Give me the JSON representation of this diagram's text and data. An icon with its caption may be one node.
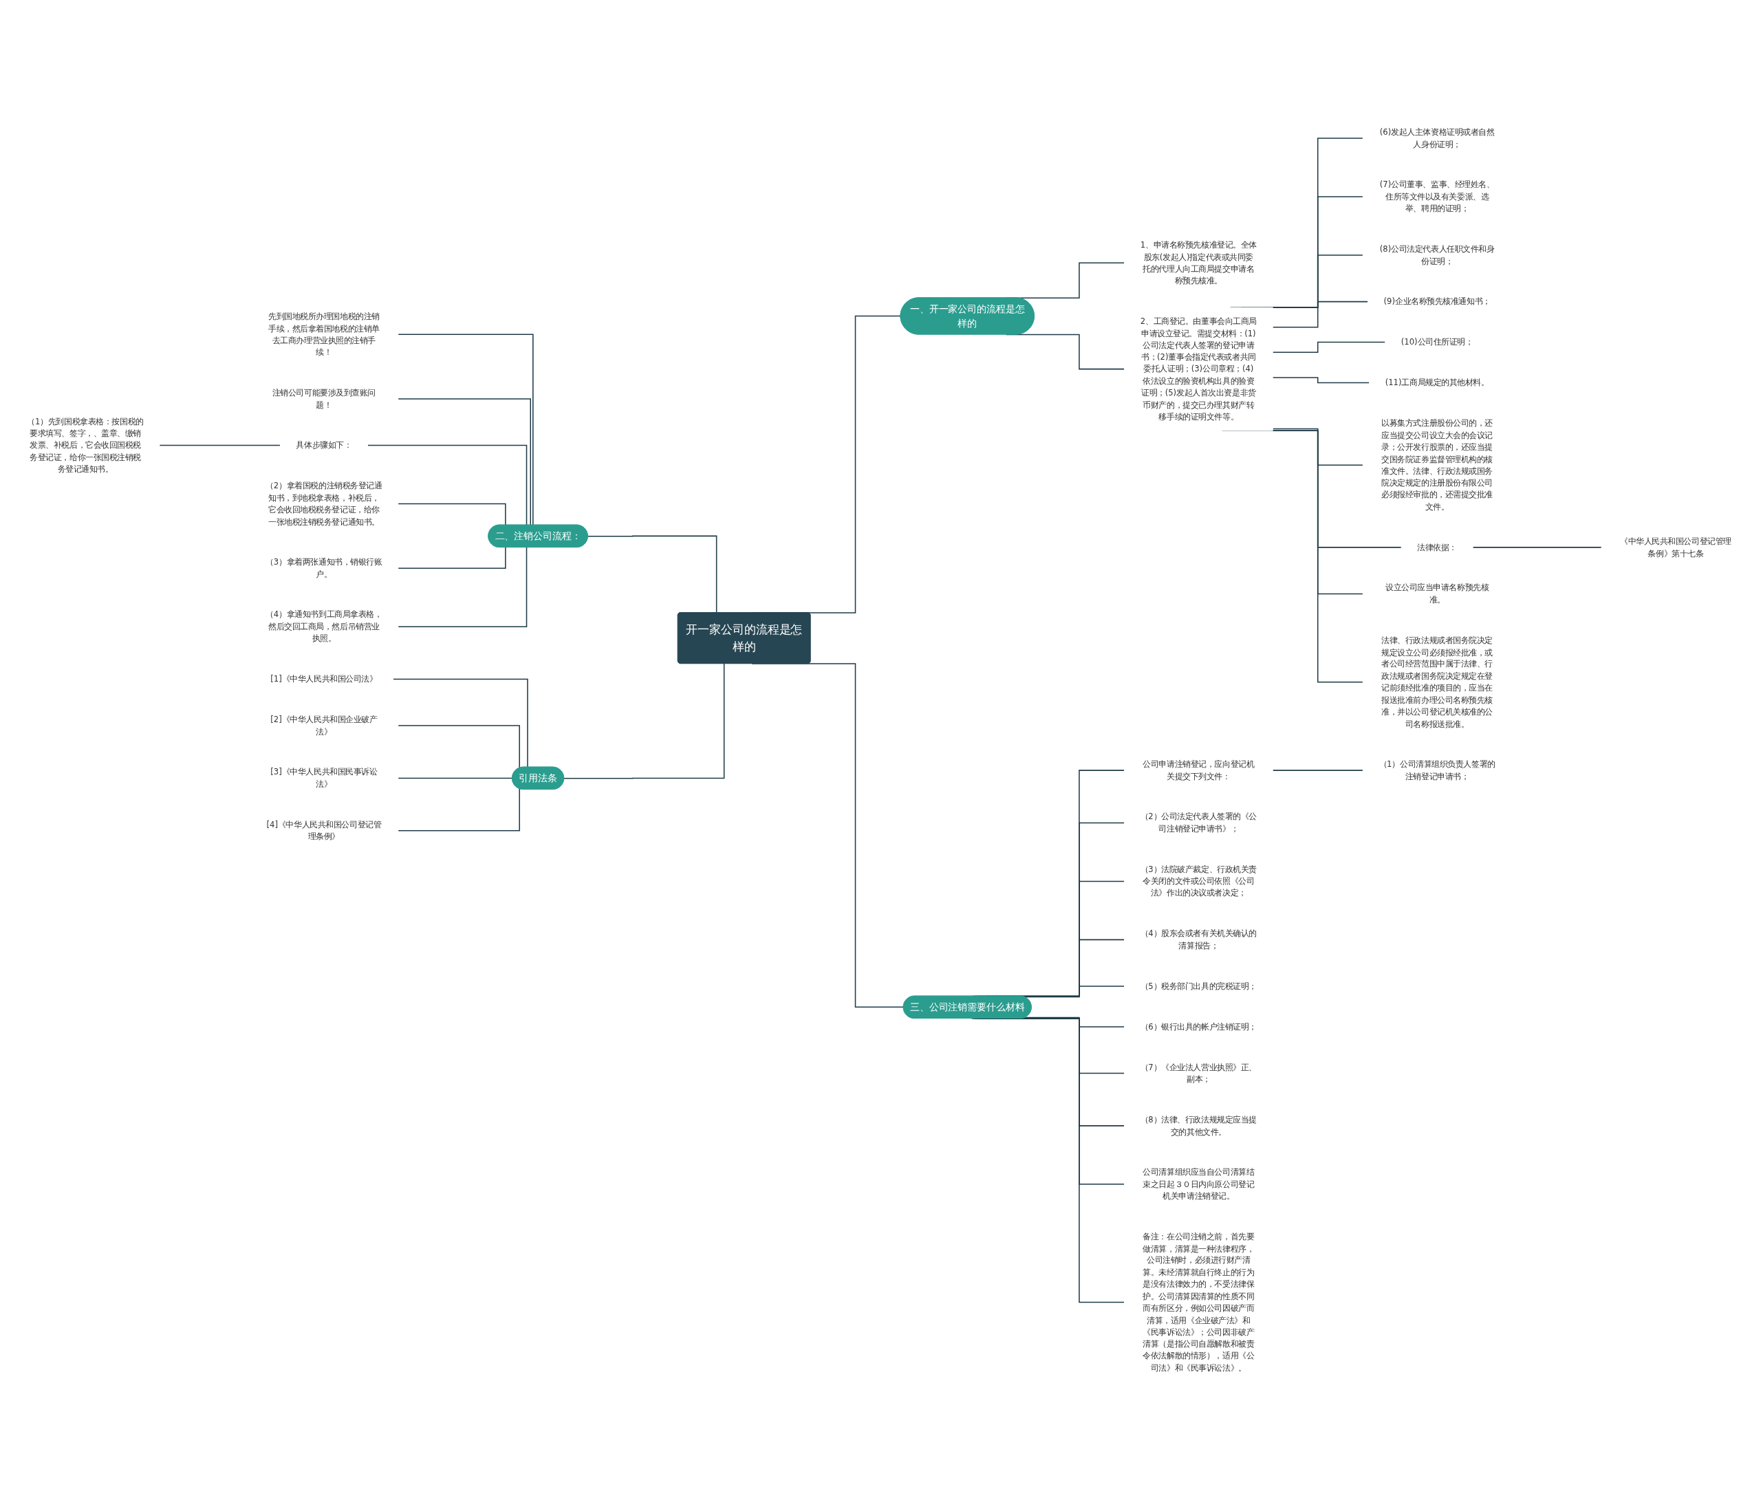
{
  "diagram": {
    "nodes": [
      {
        "text": [
          "开一家公司的流程是怎样的"
        ]
      },
      {
        "text": [
          "一、开一家公司的流程是怎样的"
        ]
      },
      {
        "text": [
          "1、申请名称预先核准登记。全体股东(发起人)指定代表或共同委托的代理人向工商局提交申请名称预先核准。"
        ]
      },
      {
        "text": [
          "2、工商登记。由董事会向工商局申请设立登记。需提交材料：(1)公司法定代表人签署的登记申请书；(2)董事会指定代表或者共同委托人证明；(3)公司章程；(4)依法设立的验资机构出具的验资证明；(5)发起人首次出资是非货币财产的，提交已办理其财产转移手续的证明文件等。"
        ]
      },
      {
        "text": [
          "(6)发起人主体资格证明或者自然人身份证明；"
        ]
      },
      {
        "text": [
          "(7)公司董事、监事、经理姓名、住所等文件以及有关委派、选举、聘用的证明；"
        ]
      },
      {
        "text": [
          "(8)公司法定代表人任职文件和身份证明；"
        ]
      },
      {
        "text": [
          "(9)企业名称预先核准通知书；"
        ]
      },
      {
        "text": [
          "(10)公司住所证明；"
        ]
      },
      {
        "text": [
          "(11)工商局规定的其他材料。"
        ]
      },
      {
        "text": [
          "以募集方式注册股份公司的，还应当提交公司设立大会的会议记录；公开发行股票的，还应当提交国务院证券监督管理机构的核准文件。法律、行政法规或国务院决定规定的注册股份有限公司必须报经审批的，还需提交批准文件。"
        ]
      },
      {
        "text": [
          "法律依据："
        ]
      },
      {
        "text": [
          "《中华人民共和国公司登记管理条例》第十七条"
        ]
      },
      {
        "text": [
          "设立公司应当申请名称预先核准。"
        ]
      },
      {
        "text": [
          "法律、行政法规或者国务院决定规定设立公司必须报经批准，或者公司经营范围中属于法律、行政法规或者国务院决定规定在登记前须经批准的项目的，应当在报送批准前办理公司名称预先核准，并以公司登记机关核准的公司名称报送批准。"
        ]
      },
      {
        "text": [
          "二、注销公司流程："
        ]
      },
      {
        "text": [
          "先到国地税所办理国地税的注销手续，然后拿着国地税的注销单去工商办理营业执照的注销手续！"
        ]
      },
      {
        "text": [
          "注销公司可能要涉及到查账问题！"
        ]
      },
      {
        "text": [
          "具体步骤如下："
        ]
      },
      {
        "text": [
          "（1）先到国税拿表格：按国税的要求填写、签字，、盖章、缴销发票、补税后，它会收回国税税务登记证，给你一张国税注销税务登记通知书。"
        ]
      },
      {
        "text": [
          "（2）拿着国税的注销税务登记通知书，到地税拿表格，补税后，它会收回地税税务登记证，给你一张地税注销税务登记通知书。"
        ]
      },
      {
        "text": [
          "（3）拿着两张通知书，销银行账户。"
        ]
      },
      {
        "text": [
          "（4）拿通知书到工商局拿表格，然后交回工商局，然后吊销营业执照。"
        ]
      },
      {
        "text": [
          "引用法条"
        ]
      },
      {
        "text": [
          "[1]《中华人民共和国公司法》"
        ]
      },
      {
        "text": [
          "[2]《中华人民共和国企业破产法》"
        ]
      },
      {
        "text": [
          "[3]《中华人民共和国民事诉讼法》"
        ]
      },
      {
        "text": [
          "[4]《中华人民共和国公司登记管理条例》"
        ]
      },
      {
        "text": [
          "三、公司注销需要什么材料"
        ]
      },
      {
        "text": [
          "公司申请注销登记，应向登记机关提交下列文件："
        ]
      },
      {
        "text": [
          "（1）公司清算组织负责人签署的注销登记申请书；"
        ]
      },
      {
        "text": [
          "（2）公司法定代表人签署的《公司注销登记申请书》；"
        ]
      },
      {
        "text": [
          "（3）法院破产裁定、行政机关责令关闭的文件或公司依照《公司法》作出的决议或者决定；"
        ]
      },
      {
        "text": [
          "（4）股东会或者有关机关确认的清算报告；"
        ]
      },
      {
        "text": [
          "（5）税务部门出具的完税证明；"
        ]
      },
      {
        "text": [
          "（6）银行出具的帐户注销证明；"
        ]
      },
      {
        "text": [
          "（7）《企业法人营业执照》正、副本；"
        ]
      },
      {
        "text": [
          "（8）法律、行政法规规定应当提交的其他文件。"
        ]
      },
      {
        "text": [
          "公司清算组织应当自公司清算结束之日起３０日内向原公司登记机关申请注销登记。"
        ]
      },
      {
        "text": [
          "备注：在公司注销之前，首先要做清算，清算是一种法律程序，公司注销时，必须进行财产清算。未经清算就自行终止的行为是没有法律效力的，不受法律保护。公司清算因清算的性质不同而有所区分，例如公司因破产而清算，适用《企业破产法》和《民事诉讼法》；公司因非破产清算（是指公司自愿解散和被责令依法解散的情形），适用《公司法》和《民事诉讼法》。"
        ]
      }
    ],
    "edges": [
      {
        "from": 0,
        "to": 1,
        "arrow": "none"
      },
      {
        "from": 1,
        "to": 2,
        "arrow": "none"
      },
      {
        "from": 1,
        "to": 3,
        "arrow": "none"
      },
      {
        "from": 3,
        "to": 4,
        "arrow": "none"
      },
      {
        "from": 3,
        "to": 5,
        "arrow": "none"
      },
      {
        "from": 3,
        "to": 6,
        "arrow": "none"
      },
      {
        "from": 3,
        "to": 7,
        "arrow": "none"
      },
      {
        "from": 3,
        "to": 8,
        "arrow": "none"
      },
      {
        "from": 3,
        "to": 9,
        "arrow": "none"
      },
      {
        "from": 3,
        "to": 10,
        "arrow": "none"
      },
      {
        "from": 3,
        "to": 11,
        "arrow": "none"
      },
      {
        "from": 11,
        "to": 12,
        "arrow": "none"
      },
      {
        "from": 3,
        "to": 13,
        "arrow": "none"
      },
      {
        "from": 3,
        "to": 14,
        "arrow": "none"
      },
      {
        "from": 0,
        "to": 15,
        "arrow": "none"
      },
      {
        "from": 15,
        "to": 16,
        "arrow": "none"
      },
      {
        "from": 15,
        "to": 17,
        "arrow": "none"
      },
      {
        "from": 15,
        "to": 18,
        "arrow": "none"
      },
      {
        "from": 18,
        "to": 19,
        "arrow": "none"
      },
      {
        "from": 15,
        "to": 20,
        "arrow": "none"
      },
      {
        "from": 15,
        "to": 21,
        "arrow": "none"
      },
      {
        "from": 15,
        "to": 22,
        "arrow": "none"
      },
      {
        "from": 0,
        "to": 23,
        "arrow": "none"
      },
      {
        "from": 23,
        "to": 24,
        "arrow": "none"
      },
      {
        "from": 23,
        "to": 25,
        "arrow": "none"
      },
      {
        "from": 23,
        "to": 26,
        "arrow": "none"
      },
      {
        "from": 23,
        "to": 27,
        "arrow": "none"
      },
      {
        "from": 0,
        "to": 28,
        "arrow": "none"
      },
      {
        "from": 28,
        "to": 29,
        "arrow": "none"
      },
      {
        "from": 29,
        "to": 30,
        "arrow": "none"
      },
      {
        "from": 28,
        "to": 31,
        "arrow": "none"
      },
      {
        "from": 28,
        "to": 32,
        "arrow": "none"
      },
      {
        "from": 28,
        "to": 33,
        "arrow": "none"
      },
      {
        "from": 28,
        "to": 34,
        "arrow": "none"
      },
      {
        "from": 28,
        "to": 35,
        "arrow": "none"
      },
      {
        "from": 28,
        "to": 36,
        "arrow": "none"
      },
      {
        "from": 28,
        "to": 37,
        "arrow": "none"
      },
      {
        "from": 28,
        "to": 38,
        "arrow": "none"
      },
      {
        "from": 28,
        "to": 39,
        "arrow": "none"
      }
    ]
  }
}
